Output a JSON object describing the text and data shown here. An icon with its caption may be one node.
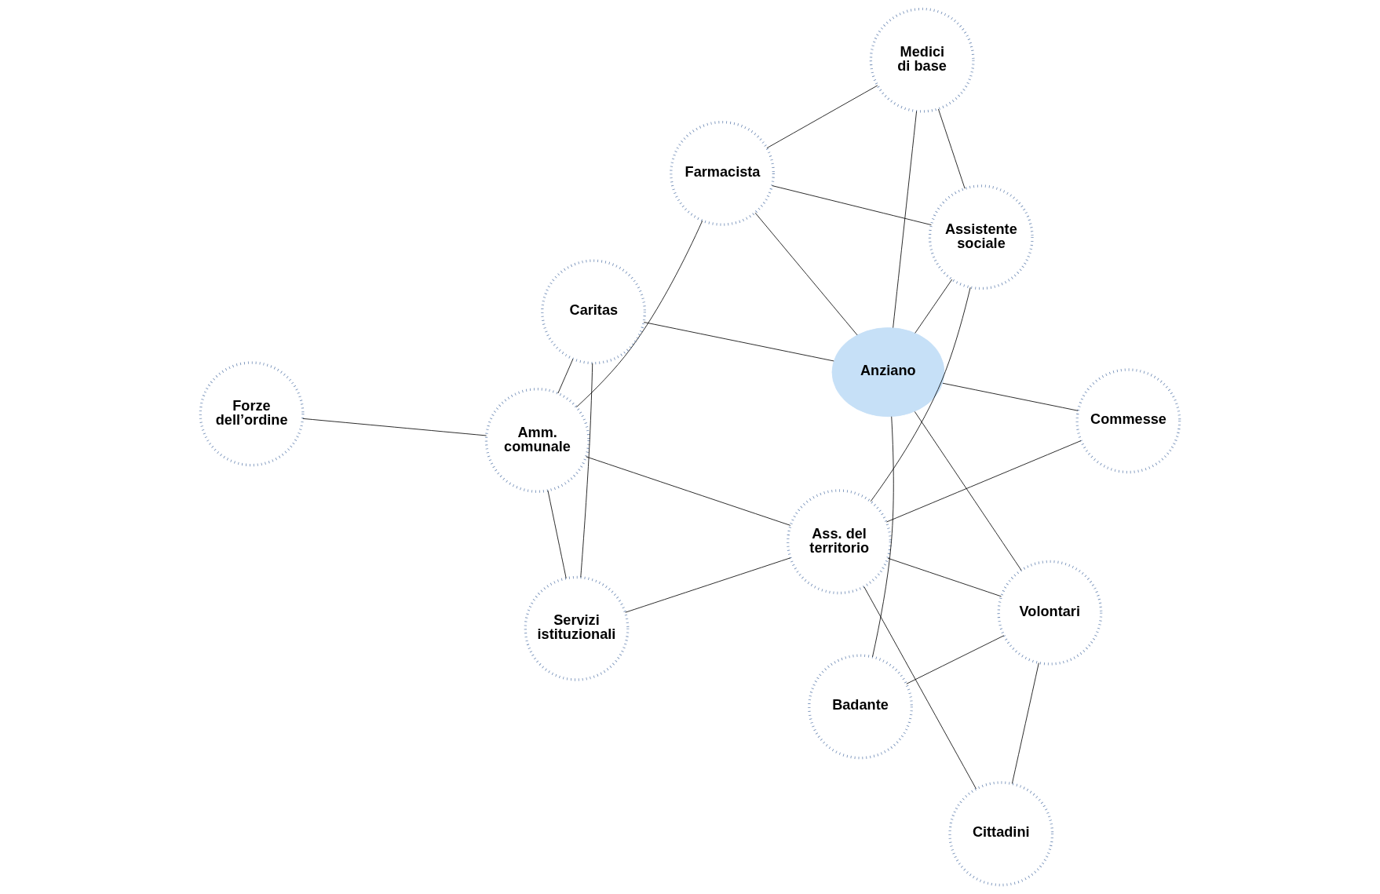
{
  "diagram": {
    "nodes": [
      {
        "text": [
          "Forze dell’ordine"
        ]
      },
      {
        "text": [
          "Medici di base"
        ]
      },
      {
        "text": [
          "Badante"
        ]
      },
      {
        "text": [
          "Farmacista"
        ]
      },
      {
        "text": [
          "Assistente sociale"
        ]
      },
      {
        "text": [
          "Caritas"
        ]
      },
      {
        "text": [
          "Anziano"
        ]
      },
      {
        "text": [
          "Commesse"
        ]
      },
      {
        "text": [
          "Volontari"
        ]
      },
      {
        "text": [
          "Amm. comunale"
        ]
      },
      {
        "text": [
          "Servizi istituzionali"
        ]
      },
      {
        "text": [
          "Ass. del territorio"
        ]
      },
      {
        "text": [
          "Cittadini"
        ]
      }
    ],
    "edges": [
      {
        "from": 3,
        "to": 1,
        "arrow": "none"
      },
      {
        "from": 1,
        "to": 6,
        "arrow": "none"
      },
      {
        "from": 1,
        "to": 4,
        "arrow": "none"
      },
      {
        "from": 3,
        "to": 4,
        "arrow": "none"
      },
      {
        "from": 3,
        "to": 6,
        "arrow": "none"
      },
      {
        "from": 6,
        "to": 4,
        "arrow": "none"
      },
      {
        "from": 6,
        "to": 2,
        "arrow": "none"
      },
      {
        "from": 5,
        "to": 6,
        "arrow": "none"
      },
      {
        "from": 6,
        "to": 7,
        "arrow": "none"
      },
      {
        "from": 6,
        "to": 8,
        "arrow": "none"
      },
      {
        "from": 2,
        "to": 8,
        "arrow": "none"
      },
      {
        "from": 0,
        "to": 9,
        "arrow": "none"
      },
      {
        "from": 3,
        "to": 9,
        "arrow": "none"
      },
      {
        "from": 5,
        "to": 9,
        "arrow": "none"
      },
      {
        "from": 5,
        "to": 10,
        "arrow": "none"
      },
      {
        "from": 9,
        "to": 10,
        "arrow": "none"
      },
      {
        "from": 9,
        "to": 11,
        "arrow": "none"
      },
      {
        "from": 10,
        "to": 11,
        "arrow": "none"
      },
      {
        "from": 4,
        "to": 11,
        "arrow": "none"
      },
      {
        "from": 8,
        "to": 11,
        "arrow": "none"
      },
      {
        "from": 7,
        "to": 11,
        "arrow": "none"
      },
      {
        "from": 8,
        "to": 12,
        "arrow": "none"
      },
      {
        "from": 11,
        "to": 12,
        "arrow": "none"
      }
    ]
  }
}
